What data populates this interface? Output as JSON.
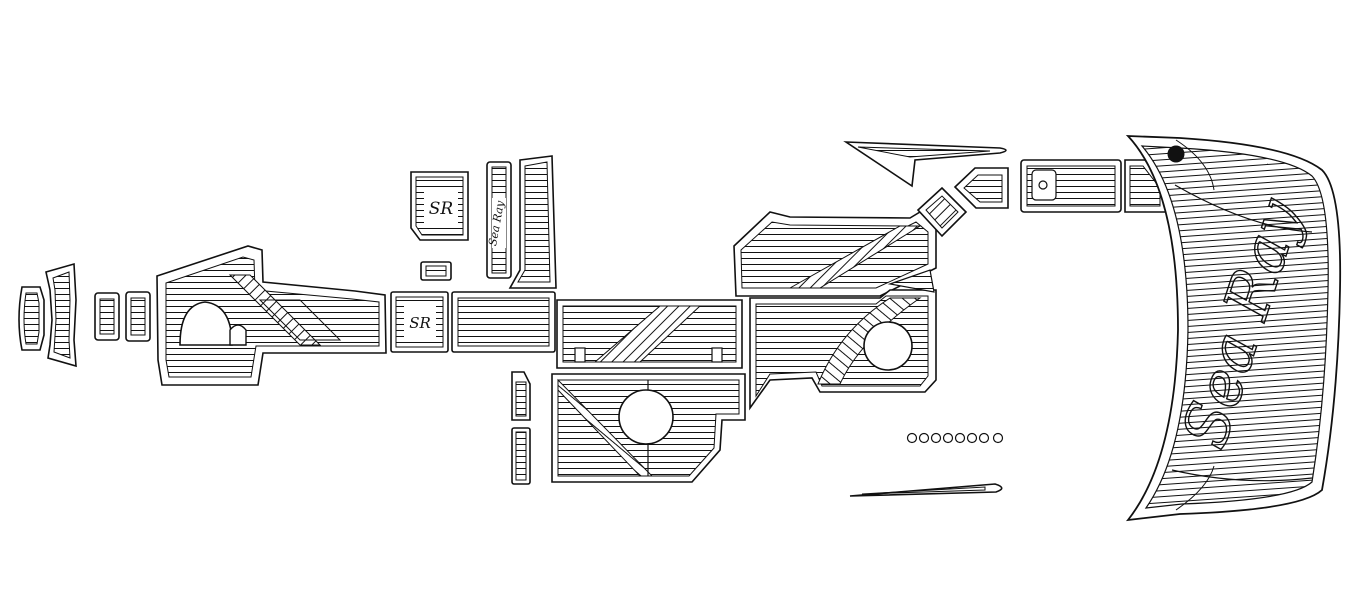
{
  "diagram": {
    "brand_logo_text": "Sea Ray",
    "small_logo_text": "Sea Ray",
    "monogram_text": "SR"
  }
}
